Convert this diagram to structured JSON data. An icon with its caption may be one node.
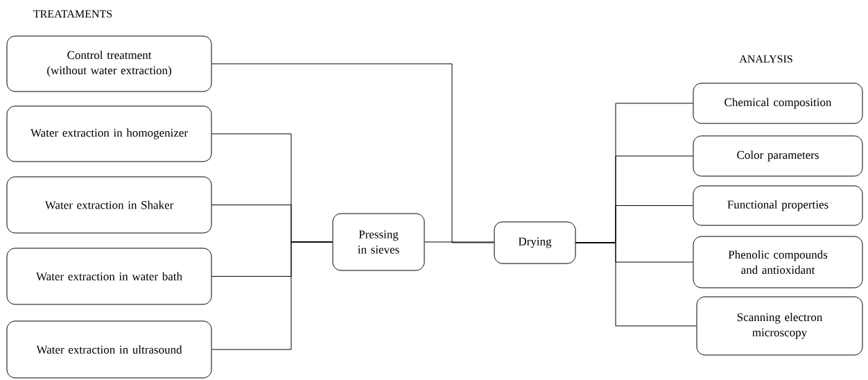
{
  "diagram": {
    "nodes": [
      {
        "text": [
          "Control treatment (without water extraction)"
        ]
      },
      {
        "text": [
          "Water extraction in homogenizer"
        ]
      },
      {
        "text": [
          "Water extraction in Shaker"
        ]
      },
      {
        "text": [
          "Water extraction in water bath"
        ]
      },
      {
        "text": [
          "Water extraction in ultrasound"
        ]
      },
      {
        "text": [
          "Pressing in sieves"
        ]
      },
      {
        "text": [
          "Drying"
        ]
      },
      {
        "text": [
          "Chemical composition"
        ]
      },
      {
        "text": [
          "Color parameters"
        ]
      },
      {
        "text": [
          "Functional properties"
        ]
      },
      {
        "text": [
          "Phenolic compounds and antioxidant"
        ]
      },
      {
        "text": [
          "Scanning electron microscopy"
        ]
      }
    ],
    "edges": [
      {
        "from": 0,
        "to": 6,
        "arrow": "none"
      },
      {
        "from": 1,
        "to": 5,
        "arrow": "none"
      },
      {
        "from": 2,
        "to": 5,
        "arrow": "none"
      },
      {
        "from": 3,
        "to": 5,
        "arrow": "none"
      },
      {
        "from": 4,
        "to": 5,
        "arrow": "none"
      },
      {
        "from": 5,
        "to": 6,
        "arrow": "none"
      },
      {
        "from": 6,
        "to": 7,
        "arrow": "none"
      },
      {
        "from": 6,
        "to": 8,
        "arrow": "none"
      },
      {
        "from": 6,
        "to": 9,
        "arrow": "none"
      },
      {
        "from": 6,
        "to": 10,
        "arrow": "none"
      },
      {
        "from": 6,
        "to": 11,
        "arrow": "none"
      }
    ],
    "labels": [
      "TREATAMENTS",
      "ANALYSIS"
    ]
  }
}
